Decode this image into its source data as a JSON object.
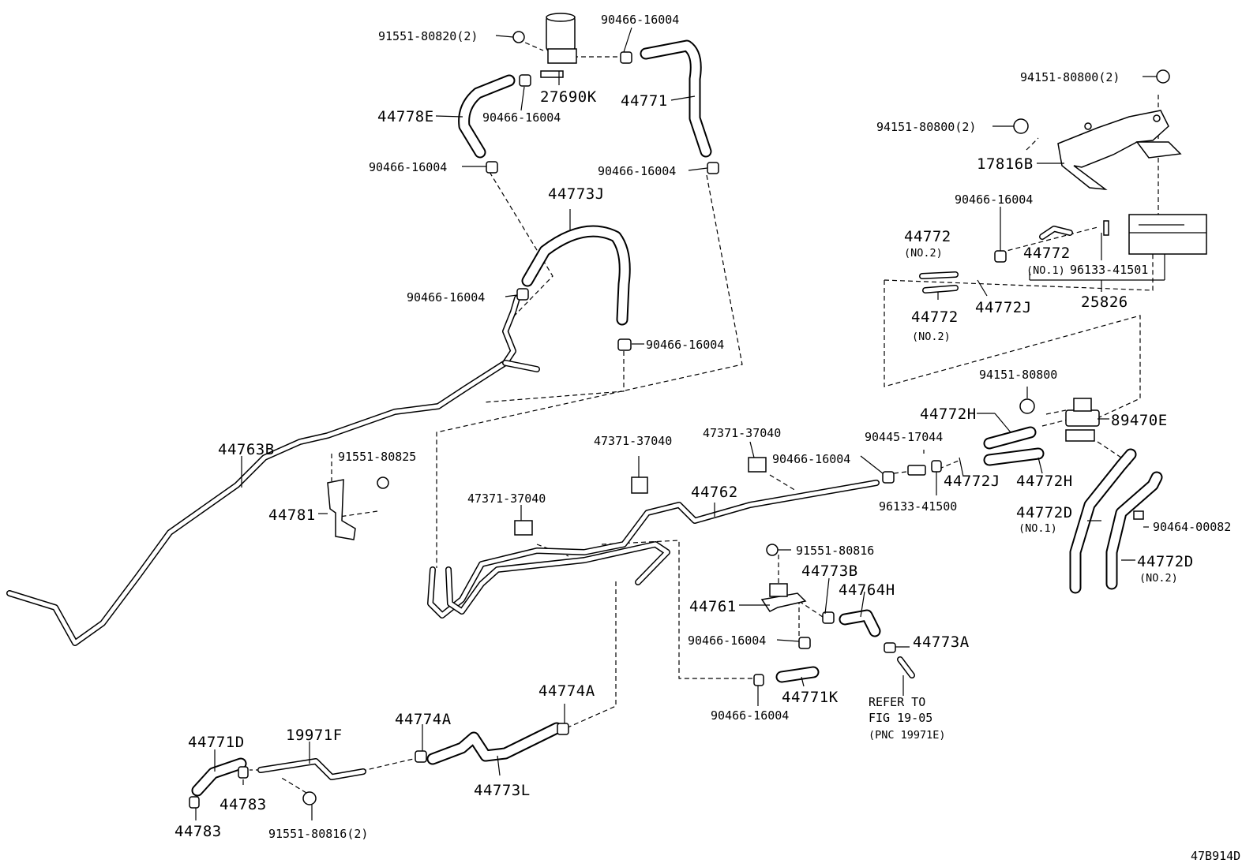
{
  "figure_id": "47B914D",
  "labels": {
    "p91551_80820": "91551-80820(2)",
    "p90466_top1": "90466-16004",
    "p27690K": "27690K",
    "p90466_top2": "90466-16004",
    "p44778E": "44778E",
    "p44771": "44771",
    "p90466_left1": "90466-16004",
    "p90466_mid1": "90466-16004",
    "p44773J": "44773J",
    "p90466_left2": "90466-16004",
    "p90466_mid2": "90466-16004",
    "p44763B": "44763B",
    "p91551_80825": "91551-80825",
    "p44781": "44781",
    "p94151_80800a": "94151-80800(2)",
    "p94151_80800b": "94151-80800(2)",
    "p17816B": "17816B",
    "p90466_right": "90466-16004",
    "p44772_a": "44772",
    "p44772_a_sub": "(NO.2)",
    "p44772_b": "44772",
    "p44772_b_sub": "(NO.1)",
    "p96133_41501": "96133-41501",
    "p44772_c": "44772",
    "p44772_c_sub": "(NO.2)",
    "p44772J_a": "44772J",
    "p25826": "25826",
    "p94151_80800c": "94151-80800",
    "p44772H_a": "44772H",
    "p89470E": "89470E",
    "p47371_a": "47371-37040",
    "p47371_b": "47371-37040",
    "p90445_17044": "90445-17044",
    "p90466_pipe": "90466-16004",
    "p44772J_b": "44772J",
    "p44772H_b": "44772H",
    "p44762": "44762",
    "p96133_41500": "96133-41500",
    "p47371_c": "47371-37040",
    "p44772D_a": "44772D",
    "p44772D_a_sub": "(NO.1)",
    "p90464_00082": "90464-00082",
    "p91551_80816": "91551-80816",
    "p44773B": "44773B",
    "p44764H": "44764H",
    "p44772D_b": "44772D",
    "p44772D_b_sub": "(NO.2)",
    "p44761": "44761",
    "p90466_bot1": "90466-16004",
    "p44773A": "44773A",
    "p44771K": "44771K",
    "p90466_bot2": "90466-16004",
    "refer1": "REFER TO",
    "refer2": "FIG 19-05",
    "refer3": "(PNC 19971E)",
    "p44774A_a": "44774A",
    "p44774A_b": "44774A",
    "p44771D": "44771D",
    "p19971F": "19971F",
    "p44783_a": "44783",
    "p44783_b": "44783",
    "p44773L": "44773L",
    "p91551_80816_2": "91551-80816(2)"
  }
}
